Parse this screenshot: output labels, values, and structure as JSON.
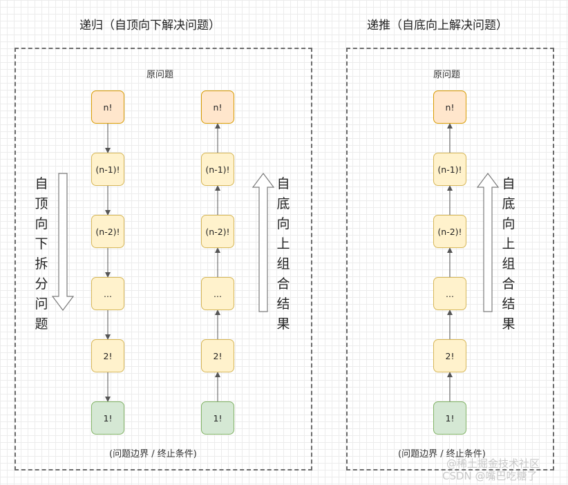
{
  "left_title": "递归（自顶向下解决问题）",
  "right_title": "递推（自底向上解决问题）",
  "original_problem": "原问题",
  "boundary_label": "(问题边界 / 终止条件)",
  "steps": [
    "n!",
    "(n-1)!",
    "(n-2)!",
    "...",
    "2!",
    "1!"
  ],
  "top_down_label": [
    "自",
    "顶",
    "向",
    "下",
    "拆",
    "分",
    "问",
    "题"
  ],
  "bottom_up_label": [
    "自",
    "底",
    "向",
    "上",
    "组",
    "合",
    "结",
    "果"
  ],
  "colors": {
    "top_fill": "#ffe6cc",
    "top_stroke": "#d79b00",
    "mid_fill": "#fff2cc",
    "mid_stroke": "#d6b656",
    "base_fill": "#d5e8d4",
    "base_stroke": "#82b366"
  },
  "watermark": [
    "@稀土掘金技术社区",
    "CSDN @嘴巴吃糖了"
  ]
}
